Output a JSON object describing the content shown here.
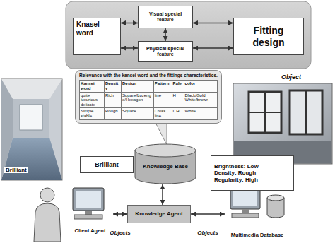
{
  "diagram": {
    "nodes": [
      {
        "text": [
          "Knasel word"
        ]
      },
      {
        "text": [
          "Visual special feature"
        ]
      },
      {
        "text": [
          "Physical special feature"
        ]
      },
      {
        "text": [
          "Fitting design"
        ]
      },
      {
        "text": [
          "Relevance with the kansei word and the fittings characteristics."
        ]
      },
      {
        "text": [
          "Brilliant"
        ]
      },
      {
        "text": [
          "Knowledge Base"
        ]
      },
      {
        "text": [
          "Brightness: Low",
          "Density: Rough",
          "Regularity: High"
        ]
      },
      {
        "text": [
          "Knowledge Agent"
        ]
      },
      {
        "text": [
          "Client Agent"
        ]
      },
      {
        "text": [
          "Multimedia Database"
        ]
      }
    ],
    "edges": [
      {
        "from": 0,
        "to": 1,
        "arrow": "both"
      },
      {
        "from": 1,
        "to": 3,
        "arrow": "both"
      },
      {
        "from": 0,
        "to": 2,
        "arrow": "both"
      },
      {
        "from": 2,
        "to": 3,
        "arrow": "both"
      },
      {
        "from": 1,
        "to": 2,
        "arrow": "both"
      },
      {
        "from": 6,
        "to": 8,
        "arrow": "both"
      },
      {
        "from": 9,
        "to": 8,
        "label": "Objects",
        "arrow": "both"
      },
      {
        "from": 8,
        "to": 10,
        "label": "Objects",
        "arrow": "both"
      }
    ],
    "labels": [
      "Object",
      "Brilliant",
      "Kansei word",
      "Density",
      "Design",
      "Pattern",
      "Pale",
      "color",
      "quite luxurious delicate",
      "Rich",
      "Square/Lozenge/Hexagon",
      "line",
      "H",
      "Black/Gold White/brown",
      "Simple stable",
      "Rough",
      "Square",
      "Cross line",
      "L H",
      "White"
    ]
  }
}
